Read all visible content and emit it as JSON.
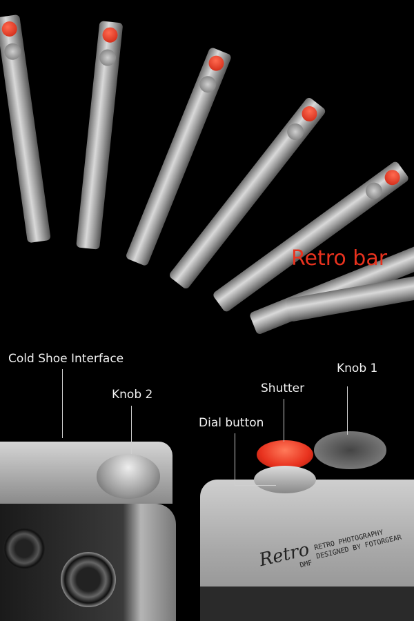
{
  "headline": "Retro bar",
  "callouts": {
    "cold_shoe": "Cold Shoe Interface",
    "knob2": "Knob 2",
    "shutter": "Shutter",
    "knob1": "Knob 1",
    "dial_button": "Dial button"
  },
  "engraving": {
    "logo": "Retro",
    "sub": "DMF",
    "line1": "RETRO PHOTOGRAPHY",
    "line2": "DESIGNED BY FOTORGEAR"
  },
  "colors": {
    "accent": "#e8321e",
    "background": "#000000",
    "metal": "#c8c8c8"
  }
}
